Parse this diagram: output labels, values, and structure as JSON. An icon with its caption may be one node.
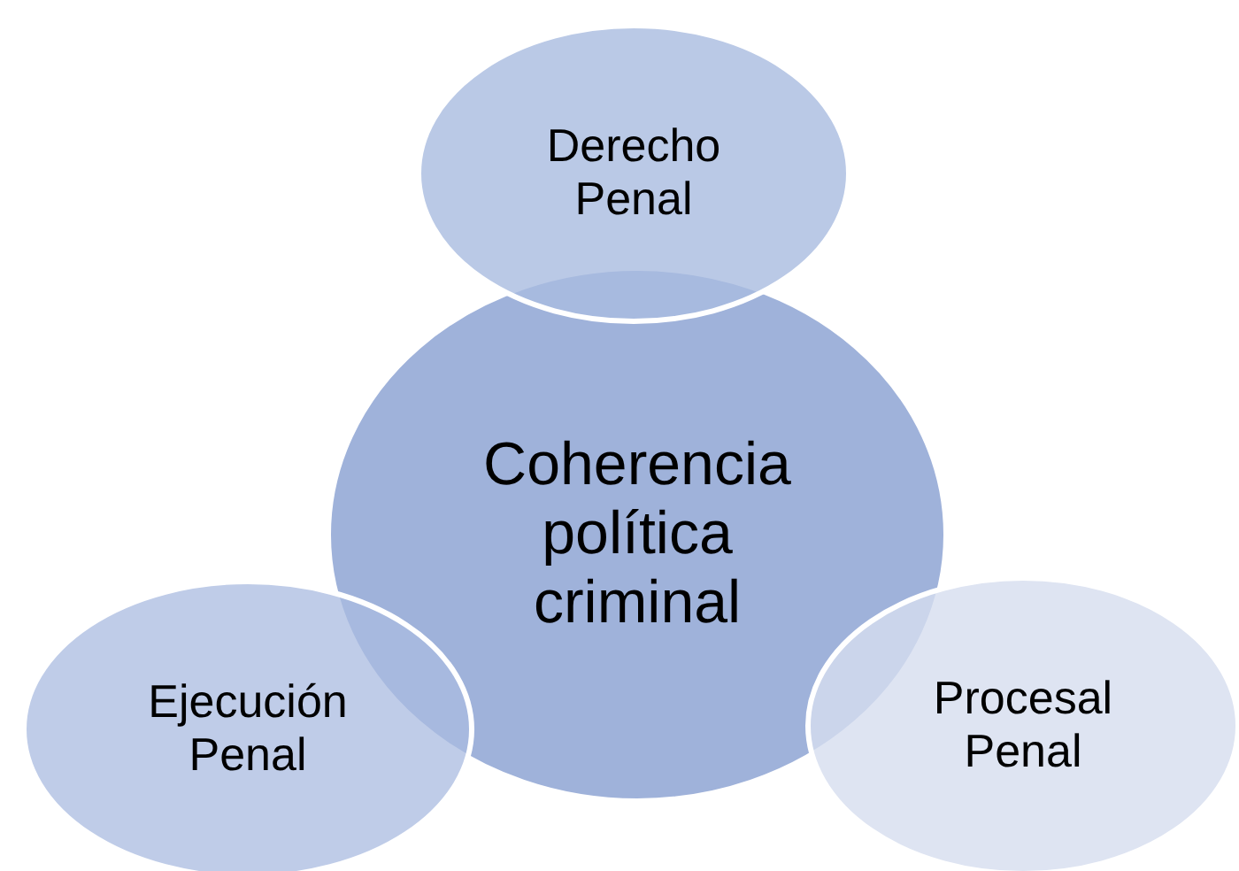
{
  "diagram": {
    "nodes": [
      {
        "text": [
          "Derecho Penal"
        ]
      },
      {
        "text": [
          "Coherencia política criminal"
        ]
      },
      {
        "text": [
          "Ejecución Penal"
        ]
      },
      {
        "text": [
          "Procesal Penal"
        ]
      }
    ],
    "edges": []
  }
}
